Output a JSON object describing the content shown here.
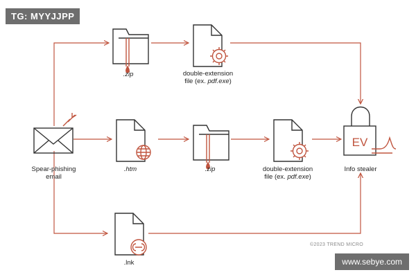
{
  "watermark": {
    "top_left": "TG: MYYJJPP",
    "bottom_right": "www.sebye.com"
  },
  "copyright": "©2023 TREND MICRO",
  "colors": {
    "accent": "#c0553f",
    "line": "#333333"
  },
  "nodes": {
    "email": {
      "label_1": "Spear-phishing",
      "label_2": "email",
      "icon": "envelope-icon"
    },
    "zip_top": {
      "label": ".zip",
      "icon": "folder-zip-icon"
    },
    "dbl_top": {
      "label_1": "double-extension",
      "label_2a": "file (ex. ",
      "label_2b": "pdf.exe",
      "label_2c": ")",
      "icon": "gear-file-icon"
    },
    "htm": {
      "label": ".htm",
      "icon": "globe-file-icon"
    },
    "zip_mid": {
      "label": ".zip",
      "icon": "folder-zip-icon"
    },
    "dbl_mid": {
      "label_1": "double-extension",
      "label_2a": "file (ex. ",
      "label_2b": "pdf.exe",
      "label_2c": ")",
      "icon": "gear-file-icon"
    },
    "lnk": {
      "label": ".lnk",
      "icon": "link-file-icon"
    },
    "stealer": {
      "label": "Info stealer",
      "badge": "EV",
      "icon": "padlock-icon"
    }
  }
}
